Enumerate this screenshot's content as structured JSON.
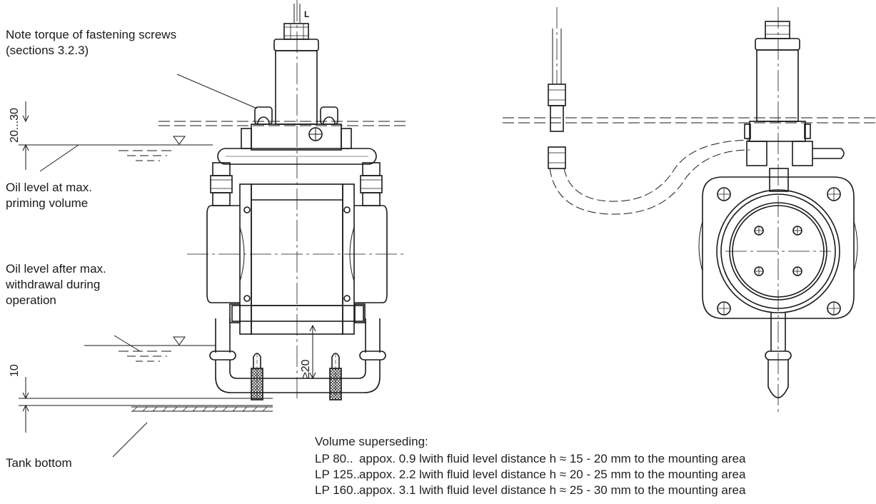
{
  "labels": {
    "torque_note_line1": "Note torque of fastening screws",
    "torque_note_line2": "(sections 3.2.3)",
    "oil_max_priming_line1": "Oil level at max.",
    "oil_max_priming_line2": "priming volume",
    "oil_after_withdrawal_line1": "Oil level after max.",
    "oil_after_withdrawal_line2": "withdrawal during",
    "oil_after_withdrawal_line3": "operation",
    "tank_bottom": "Tank bottom",
    "port_l": "L"
  },
  "dimensions": {
    "d_30": "30",
    "d_20": "20",
    "d_10": "10",
    "d_ge20": "≥20",
    "d_range_dots": "..."
  },
  "volume": {
    "heading": "Volume superseding:",
    "rows": [
      {
        "model": "LP 80..",
        "amount": "appox. 0.9 l",
        "desc": "with fluid level distance h ≈ 15 - 20 mm to the mounting area"
      },
      {
        "model": "LP 125..",
        "amount": "appox. 2.2 l",
        "desc": "with fluid level distance h ≈ 20 - 25 mm to the mounting area"
      },
      {
        "model": "LP 160..",
        "amount": "appox. 3.1 l",
        "desc": "with fluid level distance h ≈ 25 - 30 mm to the mounting area"
      }
    ]
  }
}
